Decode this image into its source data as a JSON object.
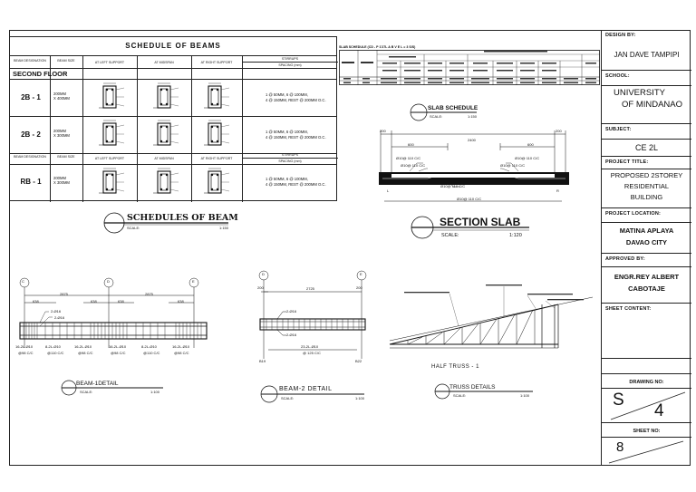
{
  "title_block": {
    "design_by_label": "DESIGN BY:",
    "design_by": "JAN DAVE TAMPIPI",
    "school_label": "SCHOOL:",
    "school_line1": "UNIVERSITY",
    "school_line2": "OF MINDANAO",
    "subject_label": "SUBJECT:",
    "subject": "CE 2L",
    "project_title_label": "PROJECT TITLE:",
    "project_title_line1": "PROPOSED 2STOREY",
    "project_title_line2": "RESIDENTIAL",
    "project_title_line3": "BUILDING",
    "project_location_label": "PROJECT LOCATION:",
    "project_location_line1": "MATINA APLAYA",
    "project_location_line2": "DAVAO CITY",
    "approved_by_label": "APPROVED BY:",
    "approved_by_line1": "ENGR.REY ALBERT",
    "approved_by_line2": "CABOTAJE",
    "sheet_content_label": "SHEET CONTENT:",
    "drawing_no_label": "DRAWING NO:",
    "drawing_letter": "S",
    "drawing_number": "4",
    "sheet_no_label": "SHEET NO:",
    "sheet_no": "8"
  },
  "beam_schedule": {
    "title": "SCHEDULE OF BEAMS",
    "col_designation": "BEAM DESIGNATION",
    "col_size": "BEAM SIZE",
    "col_left": "AT LEFT SUPPORT",
    "col_mid": "AT MIDSPAN",
    "col_right": "AT RIGHT SUPPORT",
    "col_stirrups": "STIRRUPS",
    "col_spacing": "SPACING (mm)",
    "floor_label": "SECOND FLOOR",
    "rows": [
      {
        "mark": "2B - 1",
        "size1": "200MM",
        "size2": "X 400MM",
        "stir1": "1 @ 50MM, 6 @ 100MM,",
        "stir2": "4 @ 150MM, REST @ 200MM O.C."
      },
      {
        "mark": "2B - 2",
        "size1": "200MM",
        "size2": "X 300MM",
        "stir1": "1 @ 50MM, 6 @ 100MM,",
        "stir2": "4 @ 150MM, REST @ 200MM O.C."
      },
      {
        "mark": "RB - 1",
        "size1": "200MM",
        "size2": "X 300MM",
        "stir1": "1 @ 50MM, 6 @ 100MM,",
        "stir2": "4 @ 150MM, REST @ 200MM O.C."
      }
    ]
  },
  "labels": {
    "schedules_title": "SCHEDULES OF BEAM",
    "schedules_scale_label": "SCALE:",
    "schedules_scale": "1:150",
    "slab_schedule_header": "SLAB SCHEDULE (CD - P 1'27L A B V E L = 3 S/S)",
    "slab_schedule_title": "SLAB SCHEDULE",
    "slab_schedule_scale_label": "SCALE:",
    "slab_schedule_scale": "1:150",
    "section_slab_title": "SECTION SLAB",
    "section_slab_scale_label": "SCALE:",
    "section_slab_scale": "1:120",
    "beam1_title": "BEAM-1DETAIL",
    "beam1_scale_label": "SCALE:",
    "beam1_scale": "1:100",
    "beam2_title": "BEAM-2 DETAIL",
    "beam2_scale_label": "SCALE:",
    "beam2_scale": "1:100",
    "truss_title": "TRUSS DETAILS",
    "truss_scale_label": "SCALE:",
    "truss_scale": "1:100",
    "half_truss": "HALF TRUSS - 1"
  },
  "section_slab": {
    "dim_left": "200",
    "dim_span": "2400",
    "dim_right": "200",
    "dim_600_left": "600",
    "dim_600_right": "600",
    "bar1": "Ø10@ 110 C/C",
    "bar2": "Ø10@ 110 C/C",
    "bar3": "Ø10@ 110 C/C",
    "bar4": "Ø10@ 110 C/C",
    "bar5": "Ø10@ 110 C/C",
    "bar6": "Ø10@ 110 C/C",
    "end_left": "L",
    "end_right": "R"
  },
  "beam1": {
    "grid_left": "C",
    "grid_mid": "D",
    "grid_right": "E",
    "span_left": "2875",
    "span_right": "2875",
    "sub_a": "638",
    "sub_b": "638",
    "sub_c": "638",
    "sub_d": "638",
    "bar_a": "2-Ø16",
    "bar_b": "2-Ø16",
    "call1": "16-2L-Ø10",
    "call2": "8-2L-Ø10",
    "call3": "16-2L-Ø10",
    "call4": "16-2L-Ø10",
    "call5": "8-2L-Ø10",
    "call6": "16-2L-Ø10",
    "spc1": "@98 C/C",
    "spc2": "@110 C/C",
    "spc3": "@98 C/C",
    "spc4": "@98 C/C",
    "spc5": "@110 C/C",
    "spc6": "@98 C/C"
  },
  "beam2": {
    "grid_left": "D",
    "grid_right": "E",
    "dim_left": "200",
    "dim_span": "2725",
    "dim_right": "200",
    "bar_top": "2-Ø16",
    "bar_bot": "2-Ø16",
    "stirrup": "23-2L-Ø10",
    "stirrup_spc": "@ 125 C/C",
    "end_left": "B19",
    "end_right": "B22"
  }
}
